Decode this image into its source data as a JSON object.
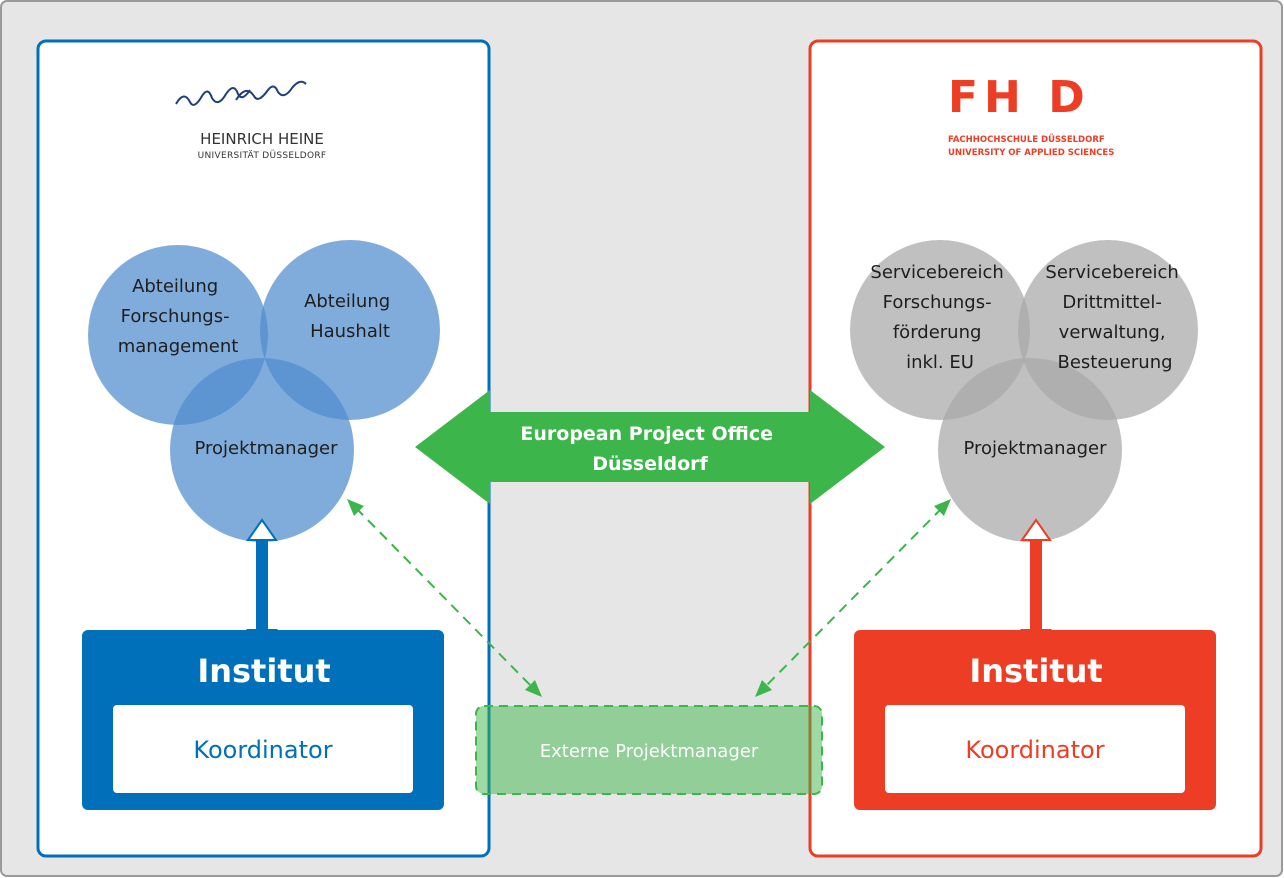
{
  "colors": {
    "blue": "#0070bb",
    "red": "#ee3d25",
    "green": "#3cb54a",
    "circle_blue": "#4f8ccf",
    "circle_gray": "#a7a7a7",
    "background": "#e6e6e6"
  },
  "left": {
    "logo_signature": "Heinrich Heine",
    "logo_name": "HEINRICH HEINE",
    "logo_sub": "UNIVERSITÄT DÜSSELDORF",
    "circles": [
      {
        "lines": [
          "Abteilung",
          "Forschungs-",
          "management"
        ]
      },
      {
        "lines": [
          "Abteilung",
          "Haushalt"
        ]
      },
      {
        "lines": [
          "Projektmanager"
        ]
      }
    ],
    "institut": "Institut",
    "koordinator": "Koordinator"
  },
  "right": {
    "logo_mark": "FH D",
    "logo_line1": "FACHHOCHSCHULE DÜSSELDORF",
    "logo_line2": "UNIVERSITY OF APPLIED SCIENCES",
    "circles": [
      {
        "lines": [
          "Servicebereich",
          "Forschungs-",
          "förderung",
          "inkl. EU"
        ]
      },
      {
        "lines": [
          "Servicebereich",
          "Drittmittel-",
          "verwaltung,",
          "Besteuerung"
        ]
      },
      {
        "lines": [
          "Projektmanager"
        ]
      }
    ],
    "institut": "Institut",
    "koordinator": "Koordinator"
  },
  "center": {
    "epo_lines": [
      "European Project Office",
      "Düsseldorf"
    ],
    "external": "Externe Projektmanager"
  }
}
